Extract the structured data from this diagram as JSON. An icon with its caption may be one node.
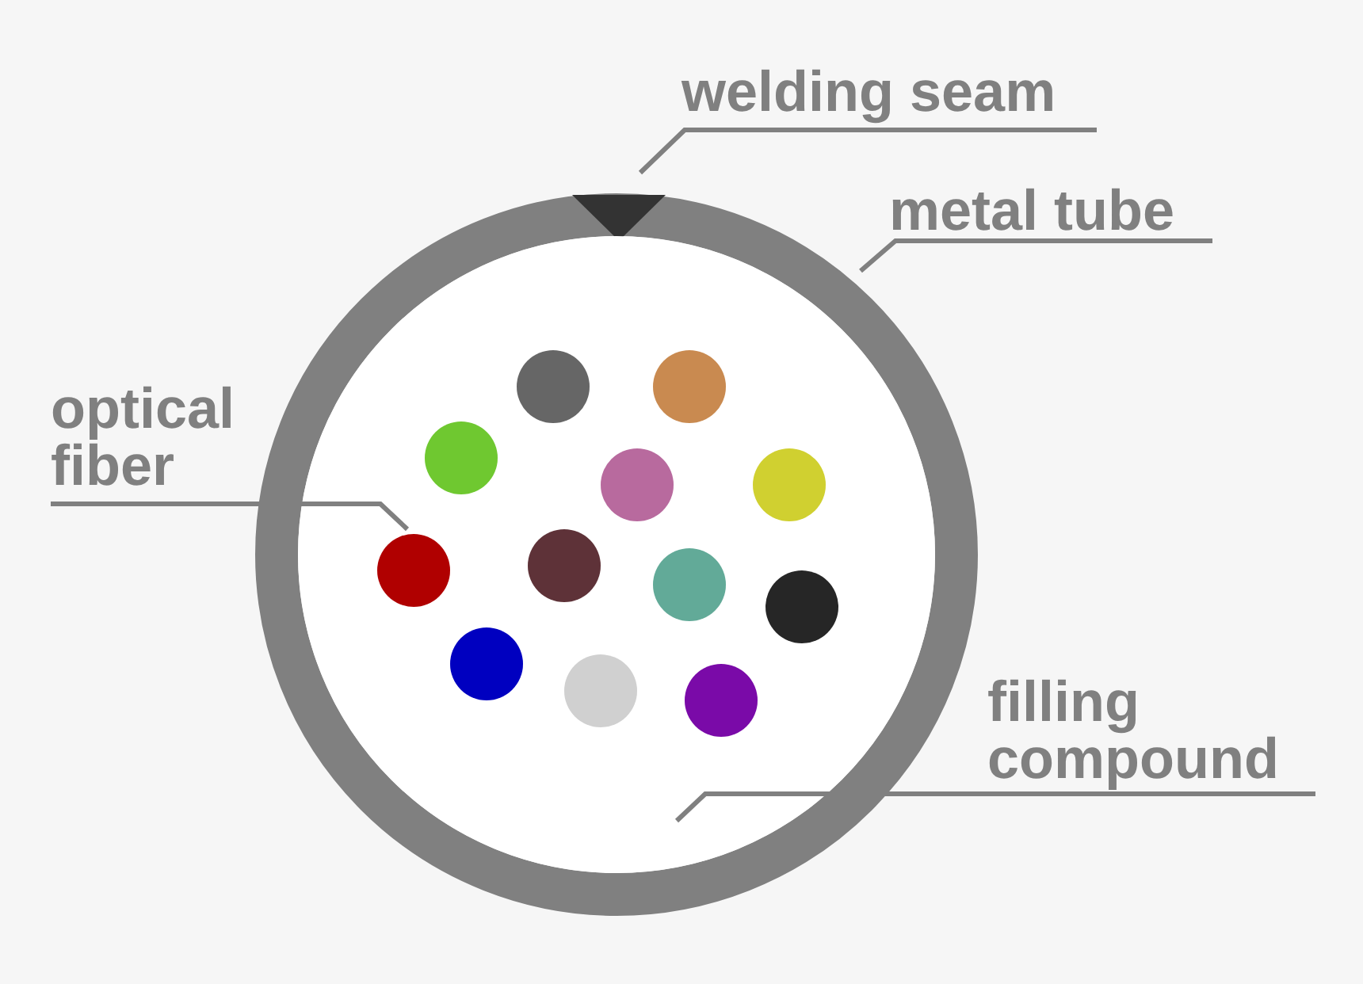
{
  "diagram": {
    "nodes": [
      {
        "text": [
          "welding seam"
        ]
      },
      {
        "text": [],
        "shape": "triangle",
        "in": 3
      },
      {
        "text": [
          "metal tube"
        ]
      },
      {
        "text": [],
        "shape": "circle"
      },
      {
        "text": [
          "optical fiber"
        ]
      },
      {
        "text": [],
        "shape": "circle",
        "in": 7
      },
      {
        "text": [
          "filling compound"
        ]
      },
      {
        "text": [],
        "shape": "circle",
        "in": 3
      }
    ],
    "edges": [
      {
        "from": 0,
        "to": 1,
        "arrow": "none"
      },
      {
        "from": 2,
        "to": 3,
        "arrow": "none"
      },
      {
        "from": 4,
        "to": 5,
        "arrow": "none"
      },
      {
        "from": 6,
        "to": 7,
        "arrow": "none"
      }
    ]
  }
}
